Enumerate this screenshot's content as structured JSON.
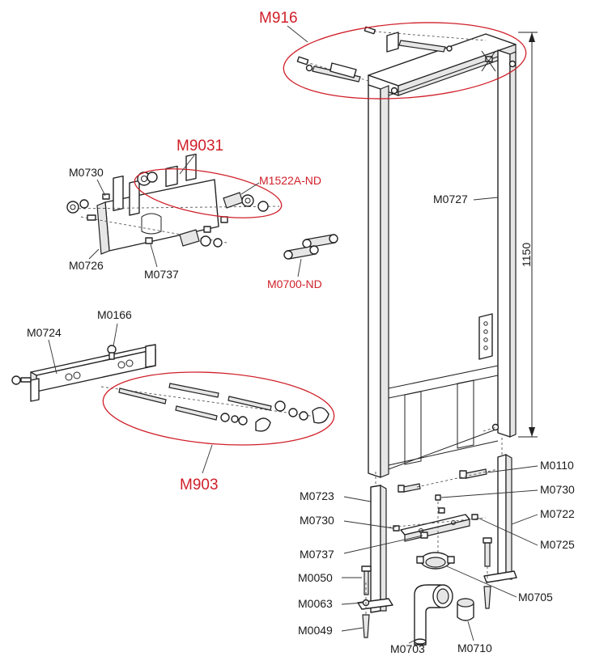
{
  "colors": {
    "assembly_highlight": "#d0202a",
    "part_label": "#1a1a1a",
    "line": "#222222"
  },
  "assemblies": {
    "m916": "M916",
    "m9031": "M9031",
    "m903": "M903",
    "m1522a_nd": "M1522A-ND",
    "m0700_nd": "M0700-ND"
  },
  "parts": {
    "m0727": "M0727",
    "m0730_top": "M0730",
    "m0726": "M0726",
    "m0737_top": "M0737",
    "m0166": "M0166",
    "m0724": "M0724",
    "m0110": "M0110",
    "m0730_bottom_right": "M0730",
    "m0723": "M0723",
    "m0722": "M0722",
    "m0730_bottom_left": "M0730",
    "m0725": "M0725",
    "m0737_bottom": "M0737",
    "m0050": "M0050",
    "m0705": "M0705",
    "m0063": "M0063",
    "m0049": "M0049",
    "m0703": "M0703",
    "m0710": "M0710"
  },
  "dimensions": {
    "height": "1150"
  }
}
